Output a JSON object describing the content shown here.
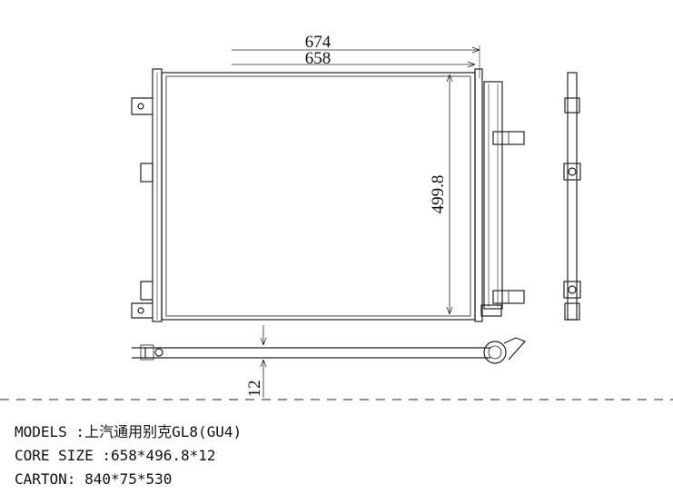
{
  "dimensions": {
    "overall_width": "674",
    "core_width": "658",
    "core_height": "499.8",
    "thickness": "12"
  },
  "info": {
    "models": "MODELS :上汽通用别克GL8(GU4)",
    "core_size": "CORE SIZE :658*496.8*12",
    "carton": "CARTON: 840*75*530"
  }
}
